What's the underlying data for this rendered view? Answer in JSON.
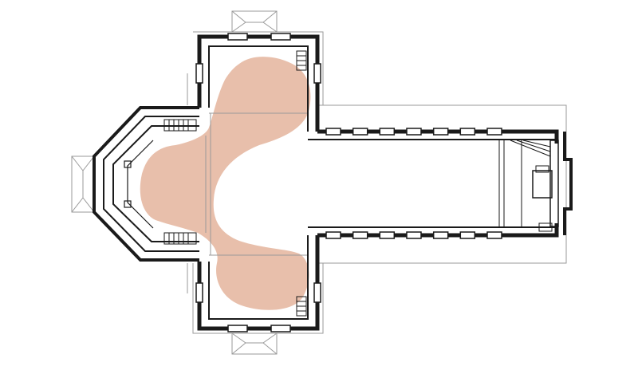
{
  "colors": {
    "background": "#ffffff",
    "wall": "#1a1a1a",
    "thin_line": "#9a9a9a",
    "highlight": "#e8bfab"
  },
  "features": {
    "highlight_zone": "crossing-and-transepts",
    "nave_windows_per_side": 7,
    "porches": [
      "north",
      "south",
      "west"
    ]
  }
}
